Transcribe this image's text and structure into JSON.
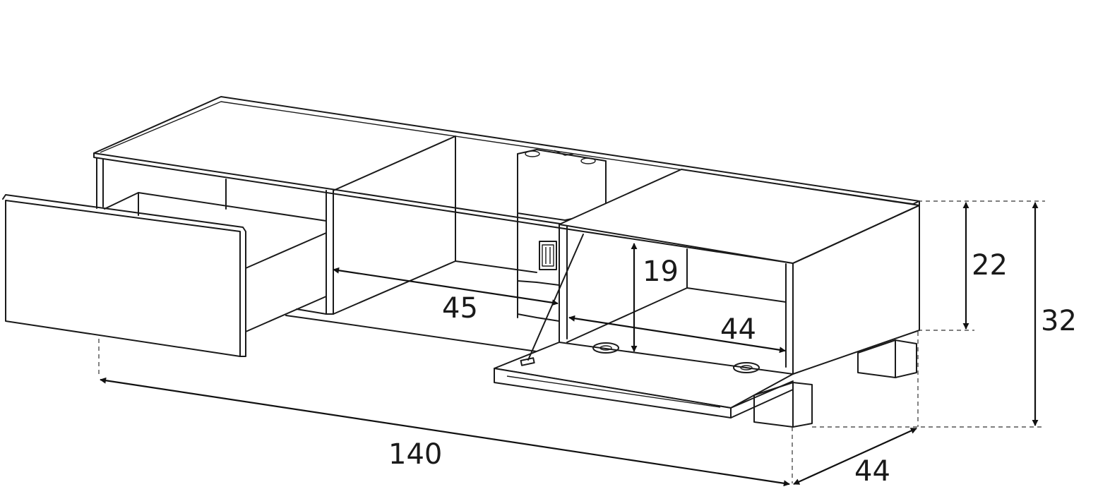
{
  "diagram": {
    "dimensions": {
      "total_width": "140",
      "depth": "44",
      "total_height": "32",
      "cabinet_height": "22",
      "inner_height": "19",
      "drawer_depth": "45",
      "inner_depth": "44"
    },
    "colors": {
      "line": "#1a1a1a",
      "background": "#ffffff"
    }
  }
}
